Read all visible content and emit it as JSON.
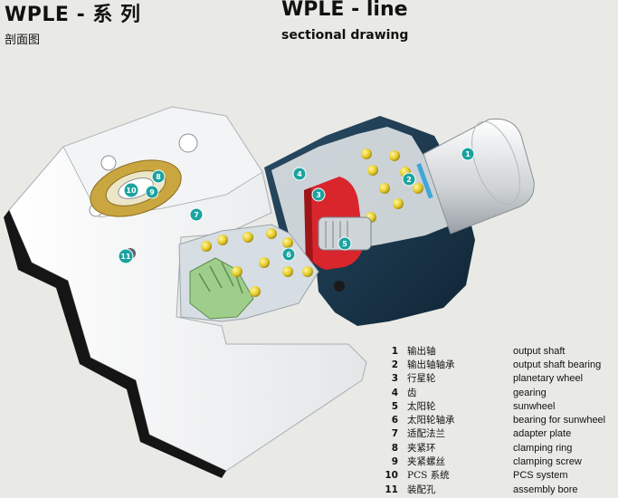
{
  "header": {
    "title_cn": "WPLE - 系 列",
    "subtitle_cn": "剖面图",
    "title_en": "WPLE - line",
    "subtitle_en": "sectional drawing"
  },
  "callouts": [
    "1",
    "2",
    "3",
    "4",
    "5",
    "6",
    "7",
    "8",
    "9",
    "10",
    "11"
  ],
  "legend": [
    {
      "num": "1",
      "cn": "输出轴",
      "en": "output shaft"
    },
    {
      "num": "2",
      "cn": "输出轴轴承",
      "en": "output shaft bearing"
    },
    {
      "num": "3",
      "cn": "行星轮",
      "en": "planetary wheel"
    },
    {
      "num": "4",
      "cn": "齿",
      "en": "gearing"
    },
    {
      "num": "5",
      "cn": "太阳轮",
      "en": "sunwheel"
    },
    {
      "num": "6",
      "cn": "太阳轮轴承",
      "en": "bearing for sunwheel"
    },
    {
      "num": "7",
      "cn": "适配法兰",
      "en": "adapter plate"
    },
    {
      "num": "8",
      "cn": "夹紧环",
      "en": "clamping ring"
    },
    {
      "num": "9",
      "cn": "夹紧螺丝",
      "en": "clamping screw"
    },
    {
      "num": "10",
      "cn": "PCS 系统",
      "en": "PCS system"
    },
    {
      "num": "11",
      "cn": "装配孔",
      "en": "assembly bore"
    }
  ],
  "colors": {
    "callout": "#1aa3a0",
    "housing_dark": "#1f3d52",
    "gear_red": "#d8262c",
    "gear_green": "#9fce8c",
    "ball_yellow": "#e6cc2a",
    "clamp_ring_gold": "#c9a640"
  }
}
